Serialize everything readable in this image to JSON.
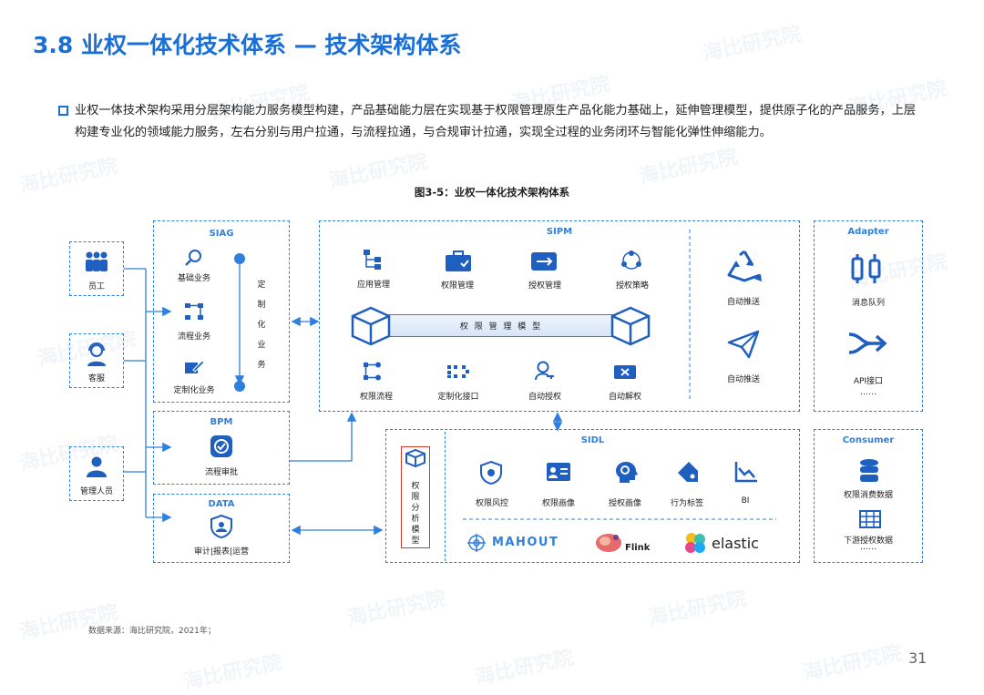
{
  "title": "3.8 业权一体化技术体系 — 技术架构体系",
  "paragraph": "业权一体技术架构采用分层架构能力服务模型构建，产品基础能力层在实现基于权限管理原生产品化能力基础上，延伸管理模型，提供原子化的产品服务，上层构建专业化的领域能力服务，左右分别与用户拉通，与流程拉通，与合规审计拉通，实现全过程的业务闭环与智能化弹性伸缩能力。",
  "figure_title": "图3-5：业权一体化技术架构体系",
  "users": {
    "employee": "员工",
    "service": "客服",
    "admin": "管理人员"
  },
  "siag": {
    "header": "SIAG",
    "basic": "基础业务",
    "process": "流程业务",
    "custom": "定制化业务",
    "vertical": [
      "定",
      "制",
      "化",
      "业",
      "务"
    ]
  },
  "bpm": {
    "header": "BPM",
    "approve": "流程审批"
  },
  "data": {
    "header": "DATA",
    "audit": "审计|报表|运营"
  },
  "sipm": {
    "header": "SIPM",
    "app_mgmt": "应用管理",
    "perm_mgmt": "权限管理",
    "grant_mgmt": "授权管理",
    "grant_policy": "授权策略",
    "model": "权 限 管 理 模 型",
    "perm_flow": "权限流程",
    "custom_api": "定制化接口",
    "auto_grant": "自动授权",
    "auto_revoke": "自动解权",
    "auto_push1": "自动推送",
    "auto_push2": "自动推送"
  },
  "adapter": {
    "header": "Adapter",
    "mq": "消息队列",
    "api": "API接口",
    "more": "……"
  },
  "sidl": {
    "header": "SIDL",
    "model_v": [
      "权",
      "限",
      "分",
      "析",
      "模",
      "型"
    ],
    "risk": "权限风控",
    "profile": "权限画像",
    "grant_profile": "授权画像",
    "tags": "行为标签",
    "bi": "BI",
    "mahout": "MAHOUT",
    "flink": "Flink",
    "elastic": "elastic"
  },
  "consumer": {
    "header": "Consumer",
    "consume": "权限消费数据",
    "downstream": "下游授权数据",
    "more": "……"
  },
  "source": "数据来源：海比研究院，2021年；",
  "page_number": "31",
  "watermark": "海比研究院",
  "colors": {
    "accent": "#1a6fd6",
    "line": "#2f7fdc",
    "icon": "#1f5fbf"
  }
}
